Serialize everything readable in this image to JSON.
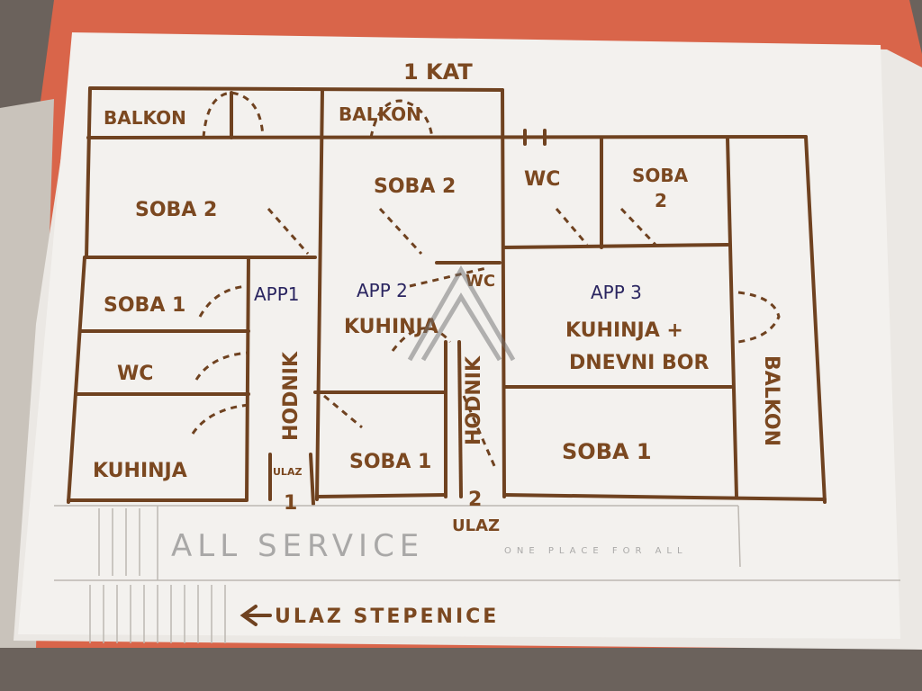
{
  "floor_title": "1 KAT",
  "rooms": {
    "balkon_left": "BALKON",
    "balkon_mid": "BALKON",
    "soba2_left": "SOBA 2",
    "soba2_mid": "SOBA 2",
    "wc_top_right": "WC",
    "soba2_right_line1": "SOBA",
    "soba2_right_line2": "2",
    "soba1_left": "SOBA 1",
    "wc_left": "WC",
    "kuhinja_left": "KUHINJA",
    "hodnik_1": "HODNIK",
    "ulaz1_label": "ULAZ",
    "ulaz1_number": "1",
    "kuhinja_app2": "KUHINJA",
    "wc_app2": "WC",
    "soba1_app2": "SOBA 1",
    "hodnik_2": "HODNIK",
    "ulaz2_number": "2",
    "ulaz2_label": "ULAZ",
    "kuhinja_app3_line1": "KUHINJA +",
    "kuhinja_app3_line2": "DNEVNI BOR",
    "soba1_app3": "SOBA 1",
    "balkon_right": "BALKON"
  },
  "apartments": {
    "app1": "APP1",
    "app2": "APP 2",
    "app3": "APP 3"
  },
  "entrance": "ULAZ STEPENICE",
  "watermark": {
    "brand": "ALL SERVICE",
    "tagline": "ONE PLACE FOR ALL"
  }
}
